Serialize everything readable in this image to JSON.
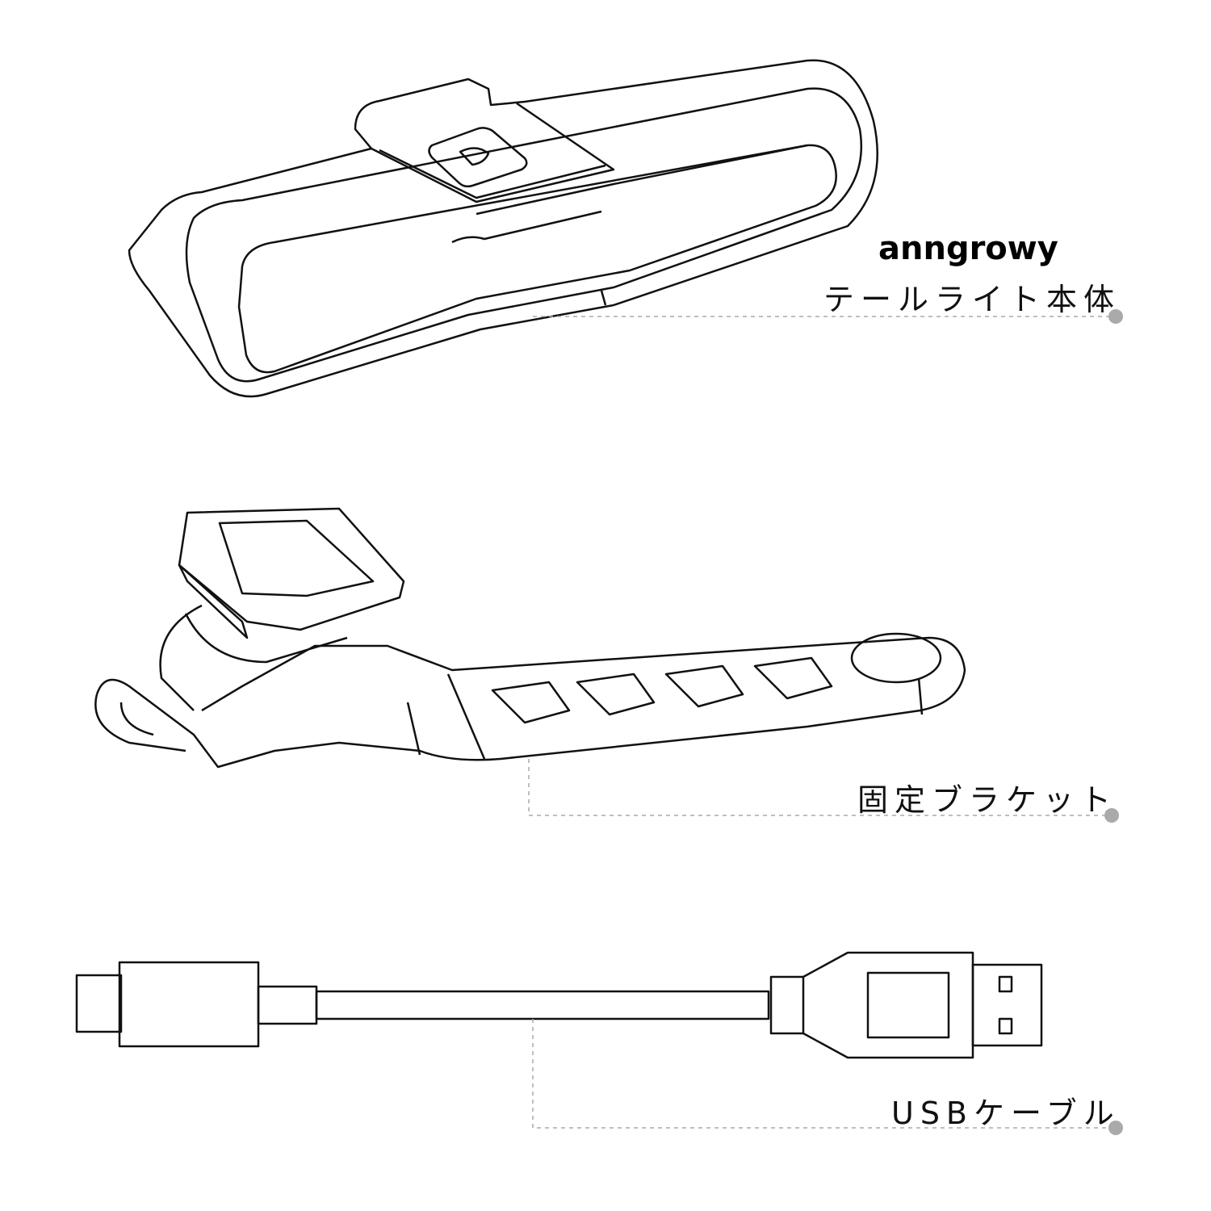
{
  "brand": "anngrowy",
  "parts": [
    {
      "label": "テールライト本体"
    },
    {
      "label": "固定ブラケット"
    },
    {
      "label": "USBケーブル"
    }
  ],
  "colors": {
    "line": "#111111",
    "leader": "#aaaaaa",
    "dot": "#aaaaaa"
  }
}
